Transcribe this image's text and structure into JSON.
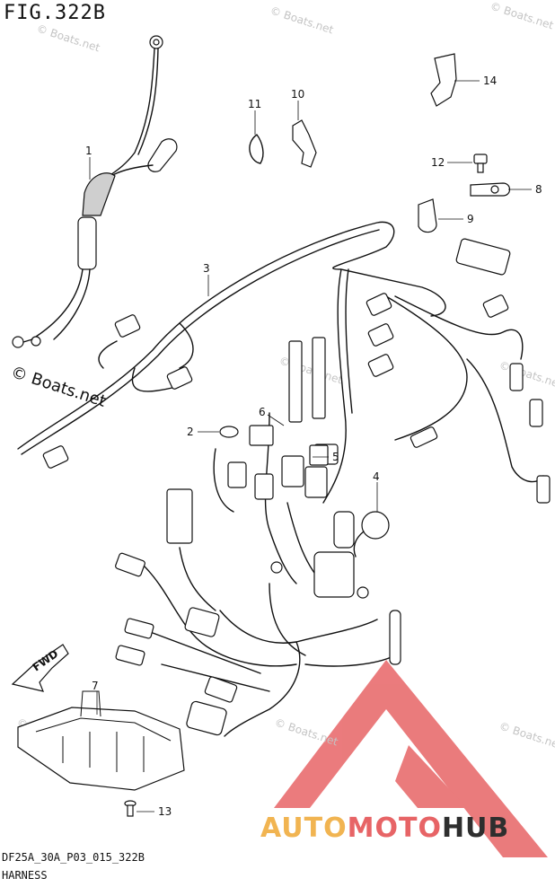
{
  "figure": {
    "title": "FIG.322B"
  },
  "watermarks": {
    "small": "© Boats.net",
    "main": "© Boats.net"
  },
  "callouts": [
    "1",
    "2",
    "3",
    "4",
    "5",
    "6",
    "7",
    "8",
    "9",
    "10",
    "11",
    "12",
    "13",
    "14"
  ],
  "direction_label": "FWD",
  "footer": {
    "code": "DF25A_30A_P03_015_322B",
    "name": "HARNESS"
  },
  "brand": {
    "part1": "AUTO",
    "part2": "MOTO",
    "part3": "HUB"
  },
  "colors": {
    "logo_red": "#e76466",
    "logo_orange": "#f1b451",
    "logo_dark": "#2e2e2e",
    "watermark_gray": "#c4c4c4"
  }
}
